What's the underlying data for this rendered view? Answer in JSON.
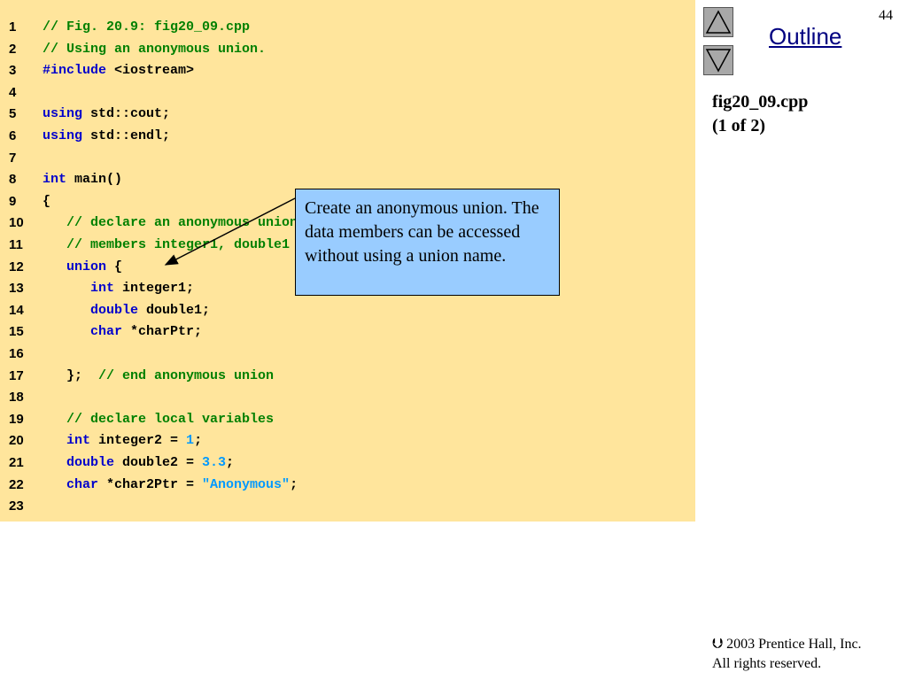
{
  "slide": {
    "page_number": "44",
    "outline_label": "Outline",
    "file_name": "fig20_09.cpp",
    "part_label": "(1 of 2)",
    "callout_text": "Create an anonymous union. The data members can be accessed without using a union name.",
    "footer_line1": "⮋ 2003 Prentice Hall, Inc.",
    "footer_line2": "All rights reserved.",
    "nav_up_icon": "triangle-up-icon",
    "nav_down_icon": "triangle-down-icon"
  },
  "code_lines": [
    {
      "num": "1",
      "segments": [
        {
          "t": "// Fig. 20.9: fig20_09.cpp",
          "c": "cm"
        }
      ]
    },
    {
      "num": "2",
      "segments": [
        {
          "t": "// Using an anonymous union.",
          "c": "cm"
        }
      ]
    },
    {
      "num": "3",
      "segments": [
        {
          "t": "#include ",
          "c": "kw"
        },
        {
          "t": "<iostream>",
          "c": "tx"
        }
      ]
    },
    {
      "num": "4",
      "segments": []
    },
    {
      "num": "5",
      "segments": [
        {
          "t": "using ",
          "c": "kw"
        },
        {
          "t": "std::cout;",
          "c": "tx"
        }
      ]
    },
    {
      "num": "6",
      "segments": [
        {
          "t": "using ",
          "c": "kw"
        },
        {
          "t": "std::endl;",
          "c": "tx"
        }
      ]
    },
    {
      "num": "7",
      "segments": []
    },
    {
      "num": "8",
      "segments": [
        {
          "t": "int ",
          "c": "kw"
        },
        {
          "t": "main()",
          "c": "tx"
        }
      ]
    },
    {
      "num": "9",
      "segments": [
        {
          "t": "{",
          "c": "tx"
        }
      ]
    },
    {
      "num": "10",
      "segments": [
        {
          "t": "   // declare an anonymous union",
          "c": "cm"
        }
      ]
    },
    {
      "num": "11",
      "segments": [
        {
          "t": "   // members integer1, double1 and charPtr share the same space",
          "c": "cm"
        }
      ]
    },
    {
      "num": "12",
      "segments": [
        {
          "t": "   union ",
          "c": "kw"
        },
        {
          "t": "{",
          "c": "tx"
        }
      ]
    },
    {
      "num": "13",
      "segments": [
        {
          "t": "      int ",
          "c": "kw"
        },
        {
          "t": "integer1;",
          "c": "tx"
        }
      ]
    },
    {
      "num": "14",
      "segments": [
        {
          "t": "      double ",
          "c": "kw"
        },
        {
          "t": "double1;",
          "c": "tx"
        }
      ]
    },
    {
      "num": "15",
      "segments": [
        {
          "t": "      char ",
          "c": "kw"
        },
        {
          "t": "*charPtr;",
          "c": "tx"
        }
      ]
    },
    {
      "num": "16",
      "segments": []
    },
    {
      "num": "17",
      "segments": [
        {
          "t": "   };  ",
          "c": "tx"
        },
        {
          "t": "// end anonymous union",
          "c": "cm"
        }
      ]
    },
    {
      "num": "18",
      "segments": []
    },
    {
      "num": "19",
      "segments": [
        {
          "t": "   // declare local variables",
          "c": "cm"
        }
      ]
    },
    {
      "num": "20",
      "segments": [
        {
          "t": "   int ",
          "c": "kw"
        },
        {
          "t": "integer2 = ",
          "c": "tx"
        },
        {
          "t": "1",
          "c": "num"
        },
        {
          "t": ";",
          "c": "tx"
        }
      ]
    },
    {
      "num": "21",
      "segments": [
        {
          "t": "   double ",
          "c": "kw"
        },
        {
          "t": "double2 = ",
          "c": "tx"
        },
        {
          "t": "3.3",
          "c": "num"
        },
        {
          "t": ";",
          "c": "tx"
        }
      ]
    },
    {
      "num": "22",
      "segments": [
        {
          "t": "   char ",
          "c": "kw"
        },
        {
          "t": "*char2Ptr = ",
          "c": "tx"
        },
        {
          "t": "\"Anonymous\"",
          "c": "str"
        },
        {
          "t": ";",
          "c": "tx"
        }
      ]
    },
    {
      "num": "23",
      "segments": []
    }
  ],
  "colors": {
    "code_background": "#ffe59c",
    "comment": "#008000",
    "keyword": "#0000cc",
    "literal": "#0099ff",
    "callout_background": "#99ccff",
    "outline_link": "#000080"
  }
}
